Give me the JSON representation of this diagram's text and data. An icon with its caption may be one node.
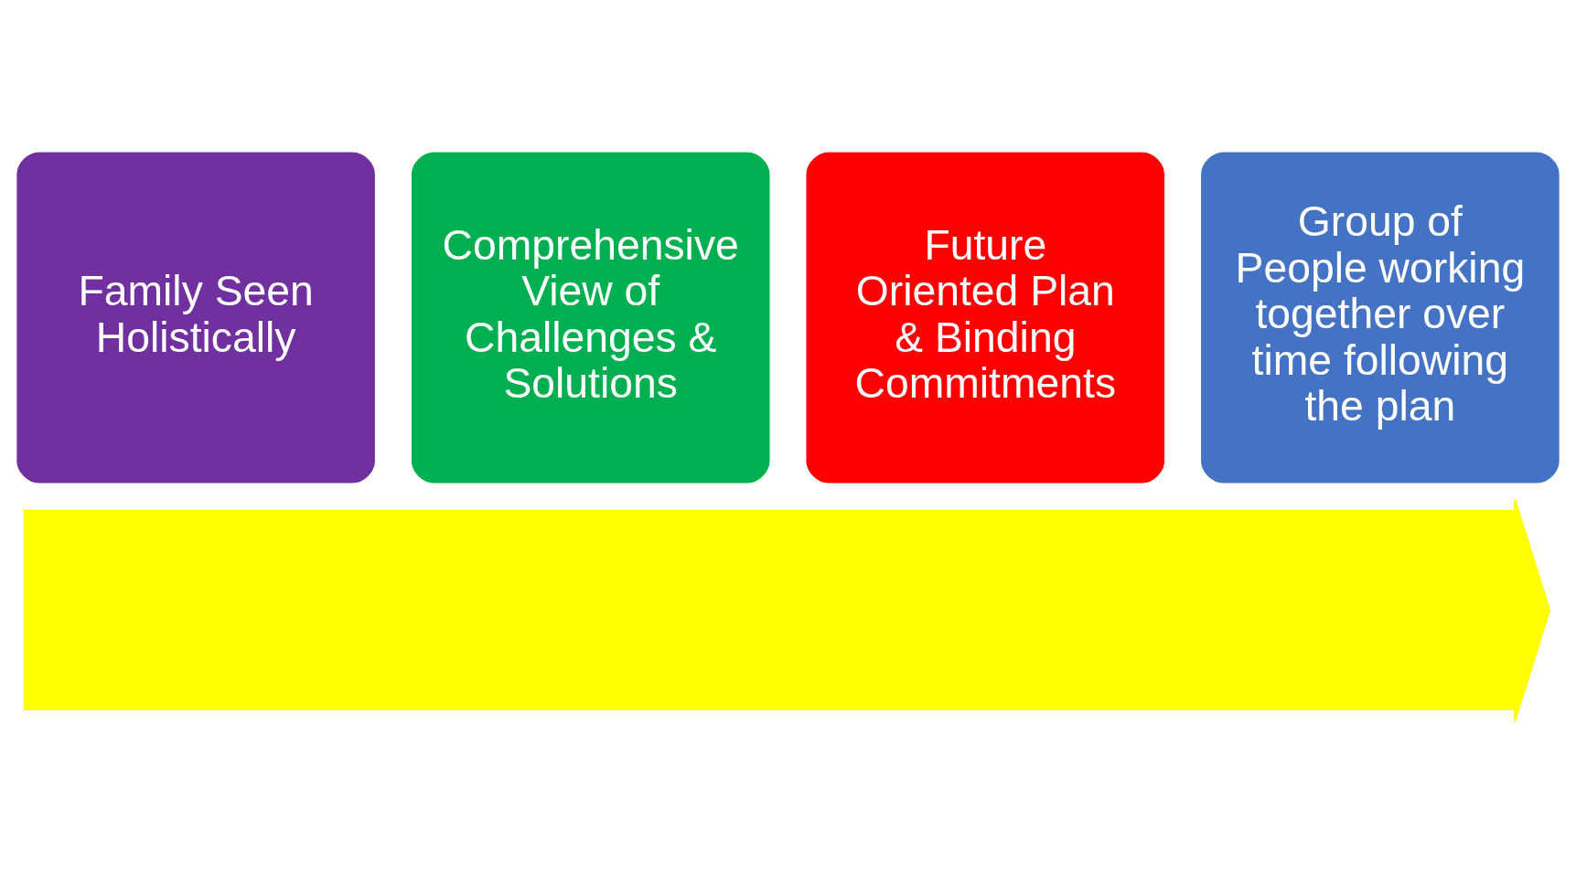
{
  "diagram": {
    "nodes": [
      {
        "text": [],
        "shape": "arrow"
      },
      {
        "text": [
          "Family Seen Holistically"
        ]
      },
      {
        "text": [
          "Comprehensive View of Challenges & Solutions"
        ]
      },
      {
        "text": [
          "Future Oriented Plan & Binding Commitments"
        ]
      },
      {
        "text": [
          "Group of People working together over time following the plan"
        ]
      }
    ]
  }
}
